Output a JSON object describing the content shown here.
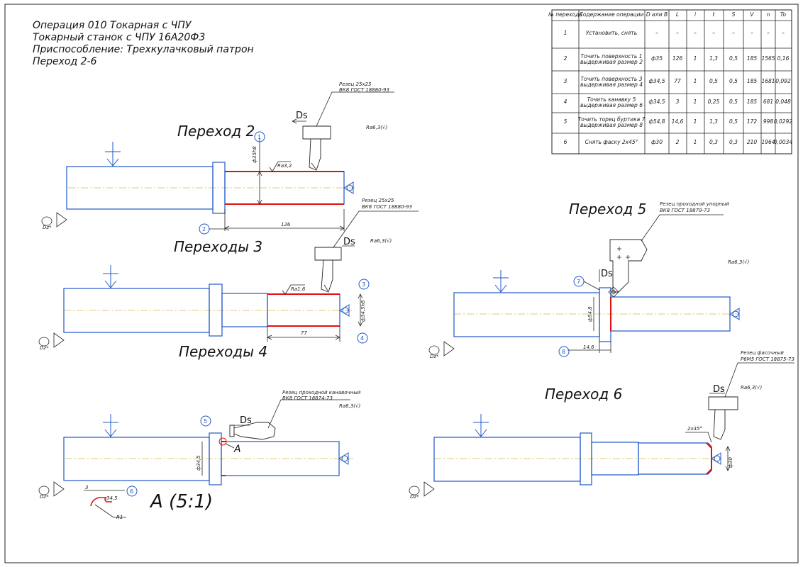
{
  "header": {
    "line1": "Операция 010 Токарная с ЧПУ",
    "line2": "Токарный станок с ЧПУ 16А20Ф3",
    "line3": "Приспособление: Трехкулачковый патрон",
    "line4": "Переход 2-6"
  },
  "table": {
    "columns": [
      "№ перехода",
      "Содержание операции",
      "D или B",
      "L",
      "i",
      "t",
      "S",
      "V",
      "n",
      "To"
    ],
    "rows": [
      [
        "1",
        "Установить, снять",
        "–",
        "–",
        "–",
        "–",
        "–",
        "–",
        "–",
        "–"
      ],
      [
        "2",
        "Точить поверхность 1 выдерживая размер 2",
        "ф35",
        "126",
        "1",
        "1,3",
        "0,5",
        "185",
        "1565",
        "0,16"
      ],
      [
        "3",
        "Точить поверхность 3 выдерживая размер 4",
        "ф34,5",
        "77",
        "1",
        "0,5",
        "0,5",
        "185",
        "1681",
        "0,092"
      ],
      [
        "4",
        "Точить канавку 5 выдерживая размер 6",
        "ф34,5",
        "3",
        "1",
        "0,25",
        "0,5",
        "185",
        "681",
        "0,048"
      ],
      [
        "5",
        "Точить торец буртика 7 выдерживая размер 8",
        "ф54,8",
        "14,6",
        "1",
        "1,3",
        "0,5",
        "172",
        "998",
        "0,0292"
      ],
      [
        "6",
        "Снять фаску 2х45°",
        "ф30",
        "2",
        "1",
        "0,3",
        "0,3",
        "210",
        "1964",
        "0,0034"
      ]
    ]
  },
  "views": {
    "t2": {
      "title": "Переход 2",
      "tool_note_1": "Резец 25х25",
      "tool_note_2": "ВК8 ГОСТ 18880-93",
      "roughness_general": "Ra6,3(√)",
      "roughness_local": "Ra3,2",
      "dia": "ф35h8",
      "length": "126",
      "ds": "Ds",
      "balloon_a": "1",
      "balloon_b": "2"
    },
    "t3": {
      "title": "Переходы 3",
      "tool_note_1": "Резец 25х25",
      "tool_note_2": "ВК8 ГОСТ 18880-93",
      "roughness_general": "Ra6,3(√)",
      "roughness_local": "Ra1,6",
      "dia": "ф34,5h8",
      "length": "77",
      "ds": "Ds",
      "balloon_a": "3",
      "balloon_b": "4"
    },
    "t4": {
      "title": "Переходы 4",
      "tool_note_1": "Резец проходной канавочный",
      "tool_note_2": "ВК8 ГОСТ 18874-73",
      "roughness_general": "Ra6,3(√)",
      "dia": "ф34,5",
      "ds": "Ds",
      "balloon_a": "5",
      "balloon_b": "6",
      "section_label": "A",
      "detail_title": "A (5:1)",
      "detail_width": "3",
      "detail_dia": "34,5",
      "detail_radius": "R1"
    },
    "t5": {
      "title": "Переход 5",
      "tool_note_1": "Резец проходной упорный",
      "tool_note_2": "ВК8 ГОСТ 18879-73",
      "roughness_general": "Ra6,3(√)",
      "dia": "ф54,8",
      "length": "14,6",
      "ds": "Ds",
      "balloon_a": "7",
      "balloon_b": "8"
    },
    "t6": {
      "title": "Переход 6",
      "tool_note_1": "Резец фасочный",
      "tool_note_2": "Р6М5 ГОСТ 18875-73",
      "roughness_general": "Ra6,3(√)",
      "chamfer": "2х45°",
      "dia": "ф30",
      "ds": "Ds"
    },
    "datum_label": "Dz*"
  }
}
